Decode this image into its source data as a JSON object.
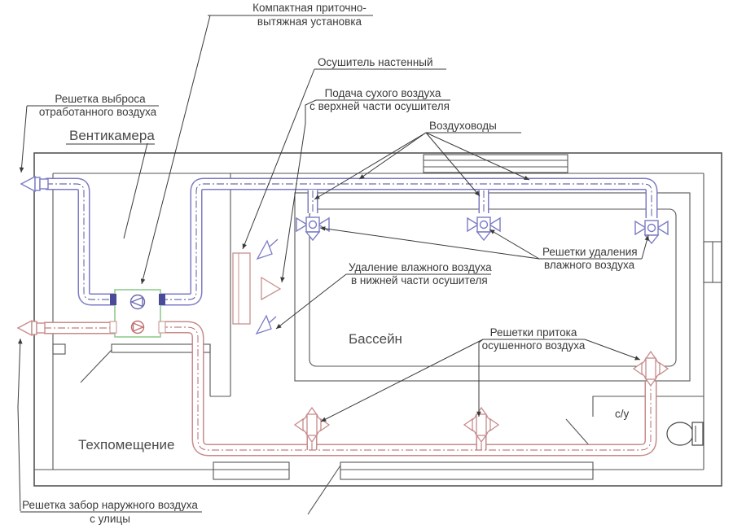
{
  "drawing": {
    "type": "pool-ventilation-floor-plan",
    "labels": {
      "compact_unit": {
        "line1": "Компактная приточно-",
        "line2": "вытяжная установка"
      },
      "wall_dehumidifier": {
        "text": "Осушитель настенный"
      },
      "dry_air_supply": {
        "line1": "Подача сухого воздуха",
        "line2": "с верхней части осушителя"
      },
      "ducts": {
        "text": "Воздуховоды"
      },
      "exhaust_grille": {
        "line1": "Решетка выброса",
        "line2": "отработанного воздуха"
      },
      "vent_chamber": {
        "text": "Вентикамера"
      },
      "moist_removal_grilles": {
        "line1": "Решетки удаления",
        "line2": "влажного воздуха"
      },
      "moist_removal_bottom": {
        "line1": "Удаление влажного воздуха",
        "line2": "в нижней части осушителя"
      },
      "pool_room": {
        "text": "Бассейн"
      },
      "supply_grilles": {
        "line1": "Решетки притока",
        "line2": "осушенного воздуха"
      },
      "bathroom": {
        "text": "с/у"
      },
      "tech_room": {
        "text": "Техпомещение"
      },
      "outdoor_intake": {
        "line1": "Решетка забор наружного воздуха",
        "line2": "с улицы"
      }
    },
    "colors": {
      "exhaust_duct": "#7b7bc4",
      "exhaust_dark": "#4a4a9a",
      "supply_duct": "#c78b8b",
      "supply_dark": "#b06060",
      "unit_outline": "#8fcc8f",
      "walls": "#555555",
      "text": "#3a3a3a"
    }
  }
}
